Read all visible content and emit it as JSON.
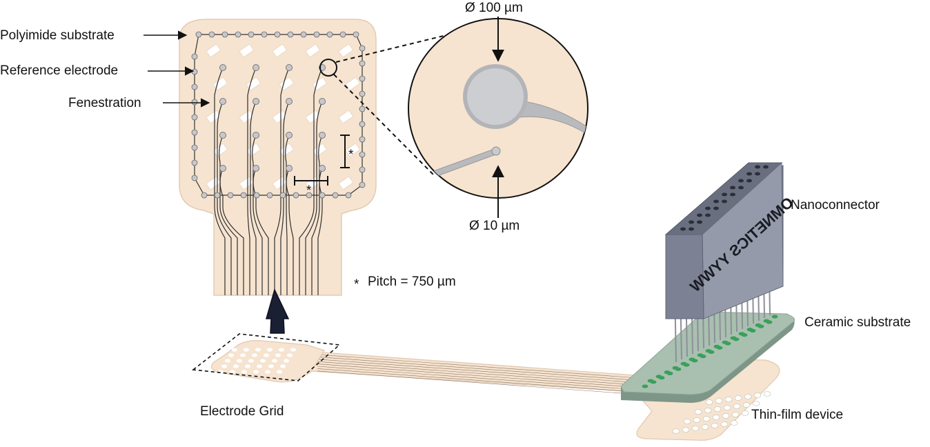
{
  "labels": {
    "polyimide": "Polyimide substrate",
    "reference": "Reference electrode",
    "fenestration": "Fenestration",
    "pitch_mark": "*",
    "pitch": "Pitch = 750 µm",
    "diam_large": "Ø 100 µm",
    "diam_small": "Ø 10 µm",
    "nanoconnector": "Nanoconnector",
    "connector_text": "OMNETICS YYWW",
    "ceramic": "Ceramic substrate",
    "thin_film": "Thin-film device",
    "grid": "Electrode Grid"
  },
  "colors": {
    "substrate": "#f6e4d0",
    "substrate_edge": "#d9c0a8",
    "trace": "#2e2e2e",
    "electrode": "#c8c8cc",
    "connector": "#7a7f8e",
    "ceramic": "#9fb5a6",
    "pad": "#3aa05a"
  }
}
